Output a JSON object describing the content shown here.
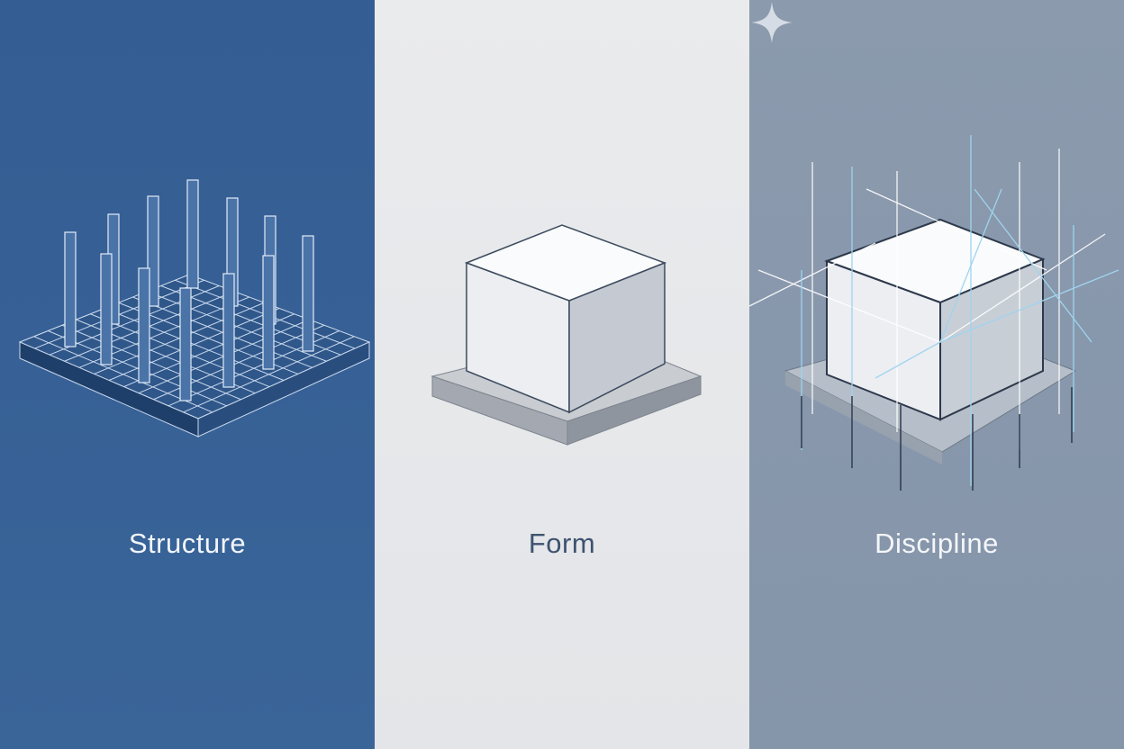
{
  "panels": [
    {
      "label": "Structure"
    },
    {
      "label": "Form"
    },
    {
      "label": "Discipline"
    }
  ],
  "colors": {
    "structure": "#345d93",
    "form": "#e6e8eb",
    "discipline": "#8a99ad"
  },
  "watermark": "sparkle-icon"
}
